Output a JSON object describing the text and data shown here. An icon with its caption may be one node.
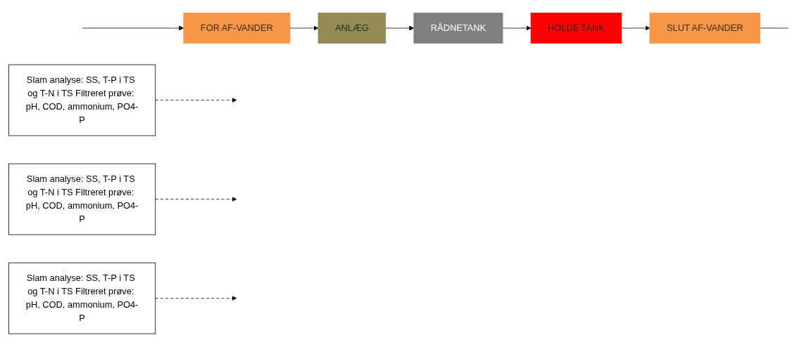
{
  "diagram": {
    "nodes": [
      {
        "text": [
          "FOR AF-VANDER"
        ]
      },
      {
        "text": [
          "ANLÆG"
        ]
      },
      {
        "text": [
          "RÅDNETANK"
        ]
      },
      {
        "text": [
          "HOLDE TANK"
        ]
      },
      {
        "text": [
          "SLUT AF-VANDER"
        ]
      },
      {
        "text": [
          "Slam analyse: SS, T-P i TS og T-N i TS Filtreret prøve: pH, COD, ammonium, PO4-P"
        ]
      },
      {
        "text": [
          "Slam analyse: SS, T-P i TS og T-N i TS Filtreret prøve: pH, COD, ammonium, PO4-P"
        ]
      },
      {
        "text": [
          "Slam analyse: SS, T-P i TS og T-N i TS Filtreret prøve: pH, COD, ammonium, PO4-P"
        ]
      }
    ],
    "edges": [
      {
        "from": null,
        "to": 0,
        "arrow": "to"
      },
      {
        "from": 0,
        "to": 1,
        "arrow": "to"
      },
      {
        "from": 1,
        "to": 2,
        "arrow": "to"
      },
      {
        "from": 2,
        "to": 3,
        "arrow": "to"
      },
      {
        "from": 3,
        "to": 4,
        "arrow": "to"
      },
      {
        "from": 4,
        "to": null,
        "arrow": "none"
      },
      {
        "from": 5,
        "to": null,
        "arrow": "to",
        "style": "dashed"
      },
      {
        "from": 7,
        "to": null,
        "arrow": "to",
        "style": "dashed"
      },
      {
        "from": 6,
        "to": null,
        "arrow": "to",
        "style": "dashed"
      }
    ]
  }
}
